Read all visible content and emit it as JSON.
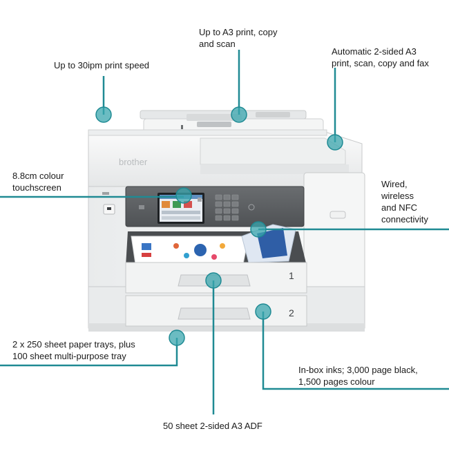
{
  "brand_mark": "brother",
  "colors": {
    "accent": "#1f8a93",
    "accent_fill": "#3aa5ad",
    "printer_body": "#f2f3f3",
    "printer_shadow": "#d8dadb",
    "panel_dark": "#5d6063"
  },
  "callouts": {
    "print_speed": "Up to 30ipm print speed",
    "a3_print_line1": "Up to A3 print, copy",
    "a3_print_line2": "and scan",
    "auto_2sided_line1": "Automatic 2-sided A3",
    "auto_2sided_line2": "print, scan, copy and fax",
    "touchscreen_line1": "8.8cm colour",
    "touchscreen_line2": "touchscreen",
    "connectivity_line1": "Wired,",
    "connectivity_line2": "wireless",
    "connectivity_line3": "and NFC",
    "connectivity_line4": "connectivity",
    "trays_line1": "2 x 250 sheet paper trays, plus",
    "trays_line2": "100 sheet multi-purpose tray",
    "inks_line1": "In-box inks; 3,000 page black,",
    "inks_line2": "1,500 pages colour",
    "adf": "50 sheet 2-sided A3 ADF"
  },
  "tray_numbers": {
    "tray1": "1",
    "tray2": "2"
  }
}
